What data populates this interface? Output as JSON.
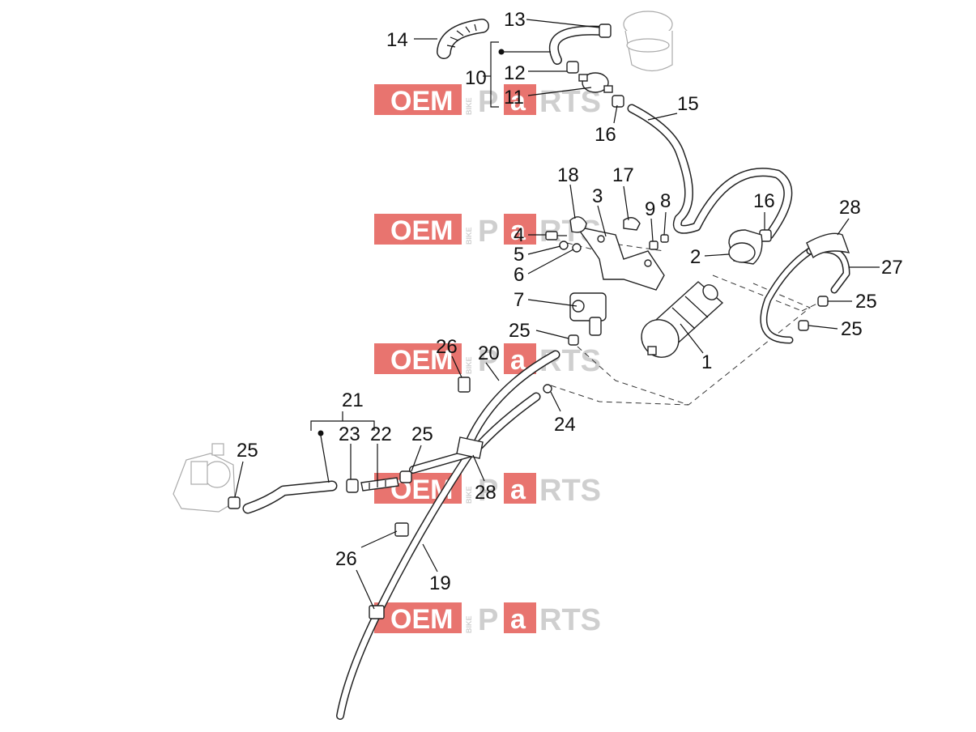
{
  "watermark": {
    "oem": "OEM",
    "bike": "BIKE",
    "parts_p": "P",
    "parts_a": "a",
    "parts_rest": "RTS"
  },
  "callouts": {
    "c1": "1",
    "c2": "2",
    "c3": "3",
    "c4": "4",
    "c5": "5",
    "c6": "6",
    "c7": "7",
    "c8": "8",
    "c9": "9",
    "c10": "10",
    "c11": "11",
    "c12": "12",
    "c13": "13",
    "c14": "14",
    "c15": "15",
    "c16a": "16",
    "c16b": "16",
    "c17": "17",
    "c18": "18",
    "c19": "19",
    "c20": "20",
    "c21": "21",
    "c22": "22",
    "c23": "23",
    "c24": "24",
    "c25a": "25",
    "c25b": "25",
    "c25c": "25",
    "c25d": "25",
    "c25e": "25",
    "c26a": "26",
    "c26b": "26",
    "c27": "27",
    "c28a": "28",
    "c28b": "28"
  }
}
